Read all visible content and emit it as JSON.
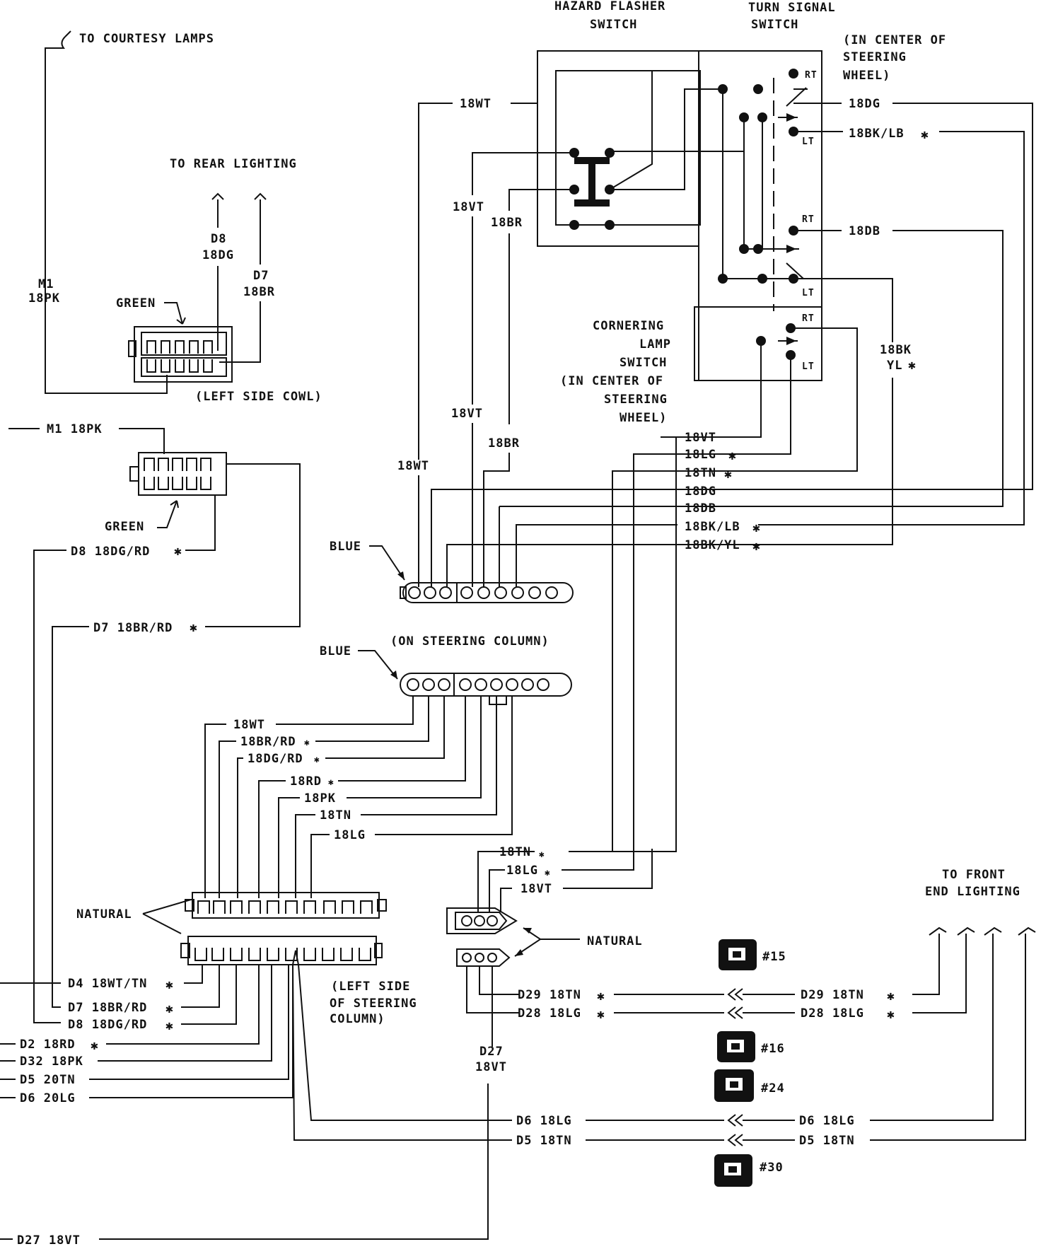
{
  "labels": {
    "courtesy": "TO COURTESY LAMPS",
    "rear": "TO REAR LIGHTING",
    "hazard1": "HAZARD FLASHER",
    "hazard2": "SWITCH",
    "turn1": "TURN SIGNAL",
    "turn2": "SWITCH",
    "sw1": "(IN CENTER OF",
    "sw2": "STEERING",
    "sw3": "WHEEL)",
    "corn1": "CORNERING",
    "corn2": "LAMP",
    "corn3": "SWITCH",
    "corn4": "(IN CENTER OF",
    "corn5": "STEERING",
    "corn6": "WHEEL)",
    "green": "GREEN",
    "green2": "GREEN",
    "blue": "BLUE",
    "blue2": "BLUE",
    "onsteer": "(ON STEERING COLUMN)",
    "natural": "NATURAL",
    "natural2": "NATURAL",
    "leftcowl": "(LEFT SIDE COWL)",
    "lsc1": "(LEFT SIDE",
    "lsc2": "OF STEERING",
    "lsc3": "COLUMN)",
    "front1": "TO FRONT",
    "front2": "END LIGHTING",
    "rt": "RT",
    "lt": "LT"
  },
  "wires": {
    "m1": "M1",
    "m1b": "18PK",
    "d8": "D8",
    "d8b": "18DG",
    "d7": "D7",
    "d7b": "18BR",
    "m1pk": "M1 18PK",
    "d8dgrd": "D8 18DG/RD",
    "d7brrd": "D7 18BR/RD",
    "wt": "18WT",
    "vt": "18VT",
    "br": "18BR",
    "vt2": "18VT",
    "br2": "18BR",
    "wt2": "18WT",
    "dg": "18DG",
    "bklb": "18BK/LB",
    "db": "18DB",
    "bkyl1": "18BK",
    "bkyl2": "YL",
    "r_vt": "18VT",
    "r_lg": "18LG",
    "r_tn": "18TN",
    "r_dg": "18DG",
    "r_db": "18DB",
    "r_bklb": "18BK/LB",
    "r_bkyl": "18BK/YL",
    "c_wt": "18WT",
    "c_brrd": "18BR/RD",
    "c_dgrd": "18DG/RD",
    "c_rd": "18RD",
    "c_pk": "18PK",
    "c_tn": "18TN",
    "c_lg": "18LG",
    "n_tn": "18TN",
    "n_lg": "18LG",
    "n_vt": "18VT",
    "d4": "D4 18WT/TN",
    "d7l": "D7 18BR/RD",
    "d8l": "D8 18DG/RD",
    "d2": "D2 18RD",
    "d32": "D32 18PK",
    "d5l": "D5 20TN",
    "d6l": "D6 20LG",
    "d27l": "D27 18VT",
    "d29a": "D29 18TN",
    "d28a": "D28 18LG",
    "d29b": "D29 18TN",
    "d28b": "D28 18LG",
    "d27a": "D27",
    "d27b": "18VT",
    "d6a": "D6 18LG",
    "d5a": "D5 18TN",
    "d6b": "D6 18LG",
    "d5b": "D5 18TN"
  },
  "badges": [
    "#15",
    "#16",
    "#24",
    "#30"
  ]
}
